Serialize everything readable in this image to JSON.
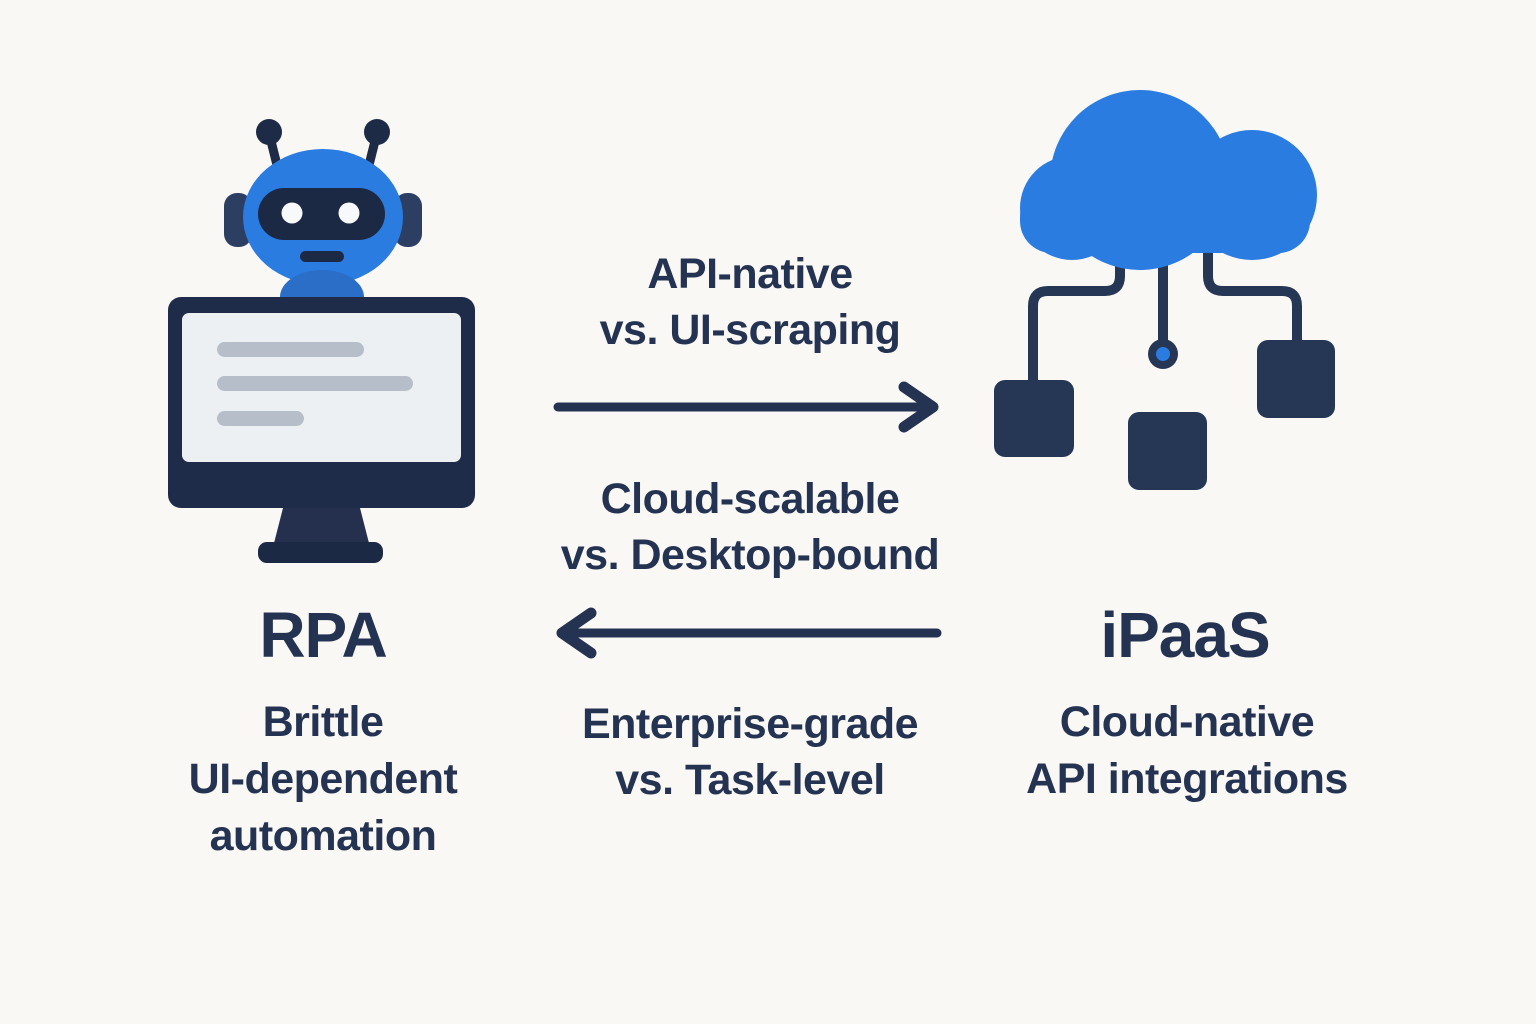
{
  "diagram": {
    "left": {
      "title": "RPA",
      "subtitle_lines": [
        "Brittle",
        "UI-dependent",
        "automation"
      ],
      "icon": "robot-on-monitor"
    },
    "right": {
      "title": "iPaaS",
      "subtitle_lines": [
        "Cloud-native",
        "API integrations"
      ],
      "icon": "cloud-with-integration-nodes"
    },
    "comparisons": [
      {
        "line1": "API-native",
        "line2": "vs. UI-scraping",
        "arrow": "right"
      },
      {
        "line1": "Cloud-scalable",
        "line2": "vs. Desktop-bound",
        "arrow": "left"
      },
      {
        "line1": "Enterprise-grade",
        "line2": "vs. Task-level",
        "arrow": "none"
      }
    ],
    "colors": {
      "background": "#faf8f4",
      "text_navy": "#253352",
      "icon_navy": "#1e2b47",
      "accent_blue": "#2b7ce1",
      "neck_blue": "#2a6ec8",
      "screen_gray": "#edf0f3",
      "bar_gray": "#b6bfc9"
    }
  }
}
